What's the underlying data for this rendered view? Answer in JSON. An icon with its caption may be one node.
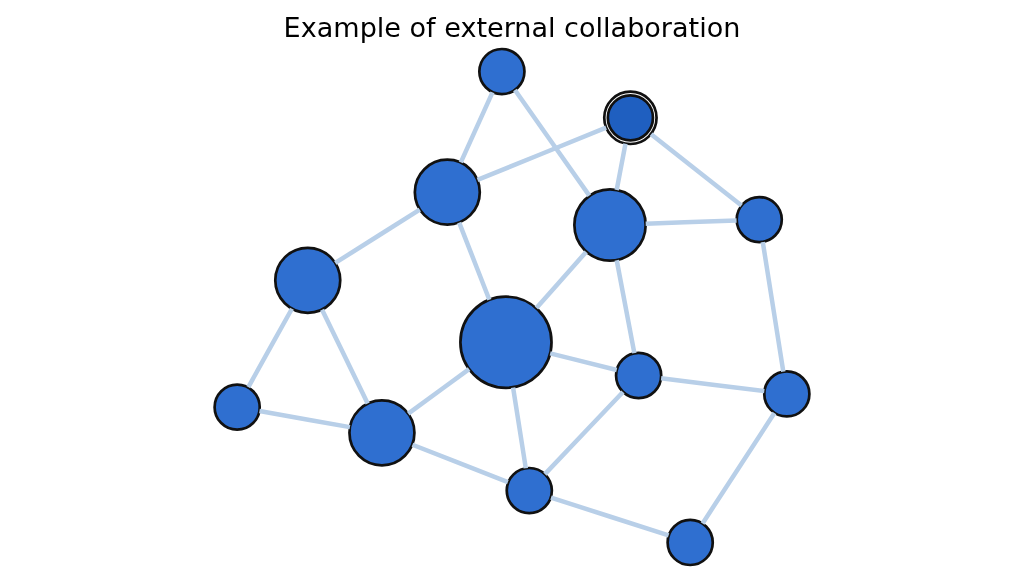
{
  "diagram": {
    "title": "Example of external collaboration",
    "nodes": [
      {
        "text": [],
        "shape": "picture"
      },
      {
        "text": [],
        "shape": "person"
      },
      {
        "text": [],
        "shape": "person"
      },
      {
        "text": [],
        "shape": "person"
      },
      {
        "text": [],
        "shape": "person"
      },
      {
        "text": [],
        "shape": "person"
      },
      {
        "text": [],
        "shape": "person"
      },
      {
        "text": [],
        "shape": "person"
      },
      {
        "text": [],
        "shape": "person"
      },
      {
        "text": [],
        "shape": "person"
      },
      {
        "text": [],
        "shape": "person"
      },
      {
        "text": [],
        "shape": "person"
      },
      {
        "text": [],
        "shape": "person"
      }
    ],
    "edges": [
      {
        "from": 0,
        "to": 1,
        "arrow": "none"
      },
      {
        "from": 0,
        "to": 4,
        "arrow": "none"
      },
      {
        "from": 0,
        "to": 7,
        "arrow": "none"
      },
      {
        "from": 1,
        "to": 2,
        "arrow": "none"
      },
      {
        "from": 1,
        "to": 5,
        "arrow": "none"
      },
      {
        "from": 1,
        "to": 6,
        "arrow": "none"
      },
      {
        "from": 2,
        "to": 3,
        "arrow": "none"
      },
      {
        "from": 2,
        "to": 8,
        "arrow": "none"
      },
      {
        "from": 3,
        "to": 8,
        "arrow": "none"
      },
      {
        "from": 4,
        "to": 7,
        "arrow": "none"
      },
      {
        "from": 4,
        "to": 9,
        "arrow": "none"
      },
      {
        "from": 5,
        "to": 7,
        "arrow": "none"
      },
      {
        "from": 7,
        "to": 6,
        "arrow": "none"
      },
      {
        "from": 7,
        "to": 10,
        "arrow": "none"
      },
      {
        "from": 9,
        "to": 10,
        "arrow": "none"
      },
      {
        "from": 9,
        "to": 12,
        "arrow": "none"
      },
      {
        "from": 10,
        "to": 6,
        "arrow": "none"
      },
      {
        "from": 10,
        "to": 11,
        "arrow": "none"
      },
      {
        "from": 6,
        "to": 11,
        "arrow": "none"
      },
      {
        "from": 6,
        "to": 8,
        "arrow": "none"
      },
      {
        "from": 8,
        "to": 11,
        "arrow": "none"
      },
      {
        "from": 11,
        "to": 12,
        "arrow": "none"
      }
    ]
  }
}
